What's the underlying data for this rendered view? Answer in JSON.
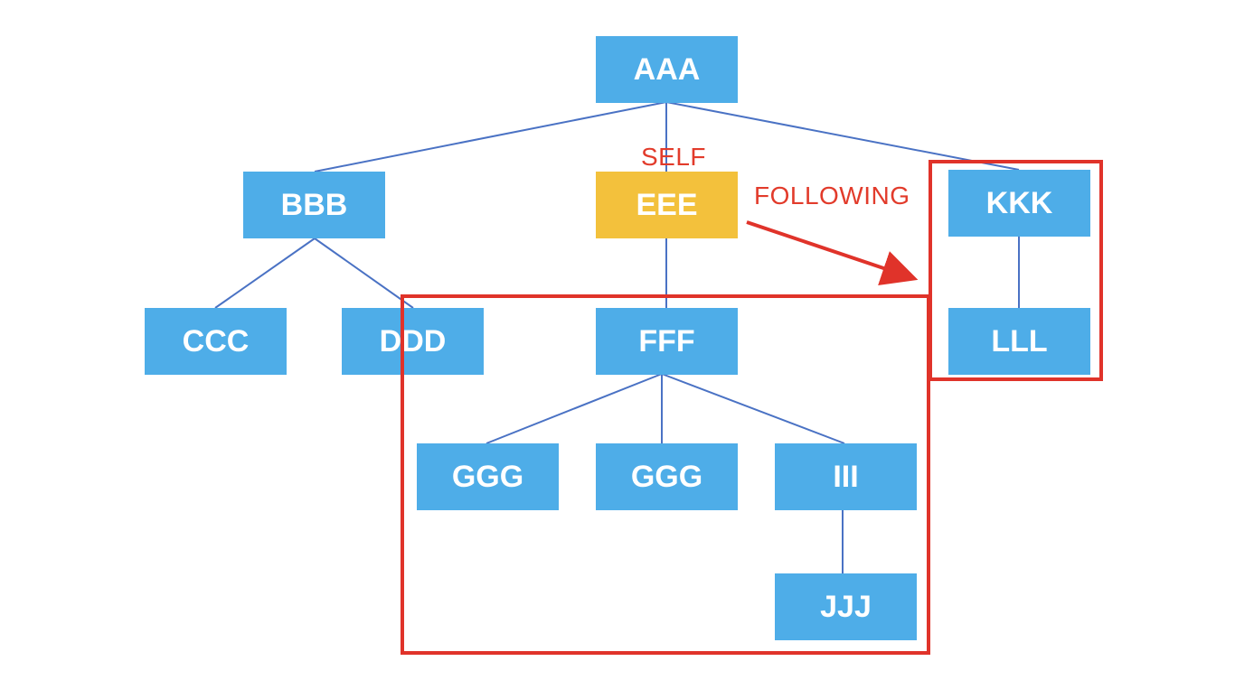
{
  "colors": {
    "node_fill": "#4eade8",
    "self_fill": "#f3c13c",
    "node_text": "#ffffff",
    "connector": "#4a72c4",
    "highlight": "#e0332a"
  },
  "nodes": {
    "aaa": "AAA",
    "bbb": "BBB",
    "ccc": "CCC",
    "ddd": "DDD",
    "eee": "EEE",
    "fff": "FFF",
    "ggg_1": "GGG",
    "ggg_2": "GGG",
    "iii": "III",
    "jjj": "JJJ",
    "kkk": "KKK",
    "lll": "LLL"
  },
  "annotations": {
    "self_label": "SELF",
    "following_label": "FOLLOWING"
  }
}
